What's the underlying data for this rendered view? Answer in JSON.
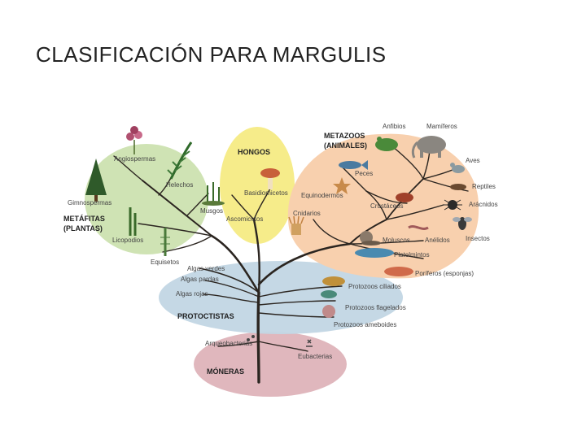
{
  "slide": {
    "title": "CLASIFICACIÓN PARA MARGULIS"
  },
  "kingdoms": {
    "plantas": {
      "name_line1": "METÁFITAS",
      "name_line2": "(PLANTAS)",
      "color": "#cfe3b4"
    },
    "hongos": {
      "name": "HONGOS",
      "color": "#f6ec8a"
    },
    "animales": {
      "name_line1": "METAZOOS",
      "name_line2": "(ANIMALES)",
      "color": "#f8d0ae"
    },
    "protoctistas": {
      "name": "PROTOCTISTAS",
      "color": "#c2d6e4"
    },
    "moneras": {
      "name": "MÓNERAS",
      "color": "#e0b7bd"
    }
  },
  "groups": {
    "angiospermas": "Angiospermas",
    "helechos": "Helechos",
    "gimnospermas": "Gimnospermas",
    "musgos": "Musgos",
    "licopodios": "Licopodios",
    "equisetos": "Equisetos",
    "basidiomicetos": "Basidiomicetos",
    "ascomicetos": "Ascomicetos",
    "anfibios": "Anfibios",
    "mamiferos": "Mamíferos",
    "aves": "Aves",
    "peces": "Peces",
    "reptiles": "Reptiles",
    "equinodermos": "Equinodermos",
    "crustaceos": "Crustáceos",
    "aracnidos": "Arácnidos",
    "cnidarios": "Cnidarios",
    "insectos": "Insectos",
    "moluscos": "Moluscos",
    "anelidos": "Anélidos",
    "platelmintos": "Platelmintos",
    "poriferos": "Poríferos (esponjas)",
    "algas_verdes": "Algas verdes",
    "algas_pardas": "Algas pardas",
    "algas_rojas": "Algas rojas",
    "protozoos_ciliados": "Protozoos ciliados",
    "protozoos_flagelados": "Protozoos flagelados",
    "protozoos_ameboides": "Protozoos ameboides",
    "arqueobacterias": "Arqueobacterias",
    "eubacterias": "Eubacterias"
  },
  "icons": [
    "plant-icon",
    "tree-icon",
    "fern-icon",
    "moss-icon",
    "mushroom-icon",
    "frog-icon",
    "elephant-icon",
    "bird-icon",
    "fish-icon",
    "starfish-icon",
    "crab-icon",
    "spider-icon",
    "fly-icon",
    "snail-icon",
    "worm-icon",
    "sponge-icon",
    "protozoa-icon",
    "bacteria-icon"
  ]
}
